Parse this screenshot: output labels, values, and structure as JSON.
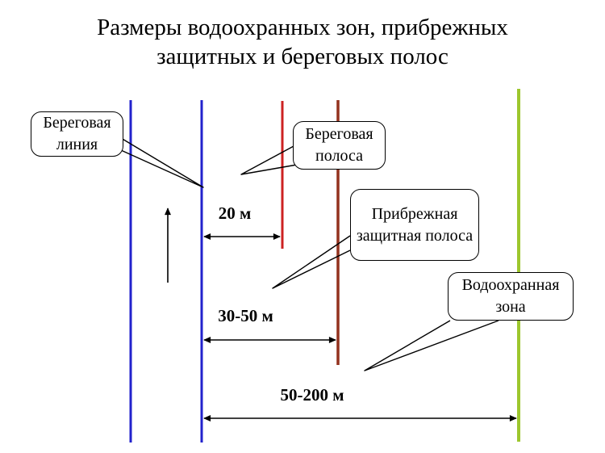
{
  "title": "Размеры водоохранных зон, прибрежных защитных и береговых полос",
  "callouts": {
    "shoreline": "Береговая линия",
    "shore_strip": "Береговая полоса",
    "coastal_protective_strip": "Прибрежная защитная полоса",
    "water_protection_zone": "Водоохранная зона"
  },
  "measurements": {
    "shore_strip_width": "20 м",
    "coastal_protective_strip_width": "30-50 м",
    "water_protection_zone_width": "50-200 м"
  },
  "icons": {
    "flow_direction": "up-arrow",
    "dimension_arrows": "double-headed-horizontal-arrow"
  },
  "colors": {
    "shoreline-blue": "#2222cc",
    "shore-strip-red": "#cc2222",
    "coastal-strip-brown": "#93321e",
    "water-zone-green": "#9dc72e",
    "ink": "#000000",
    "background": "#ffffff"
  }
}
